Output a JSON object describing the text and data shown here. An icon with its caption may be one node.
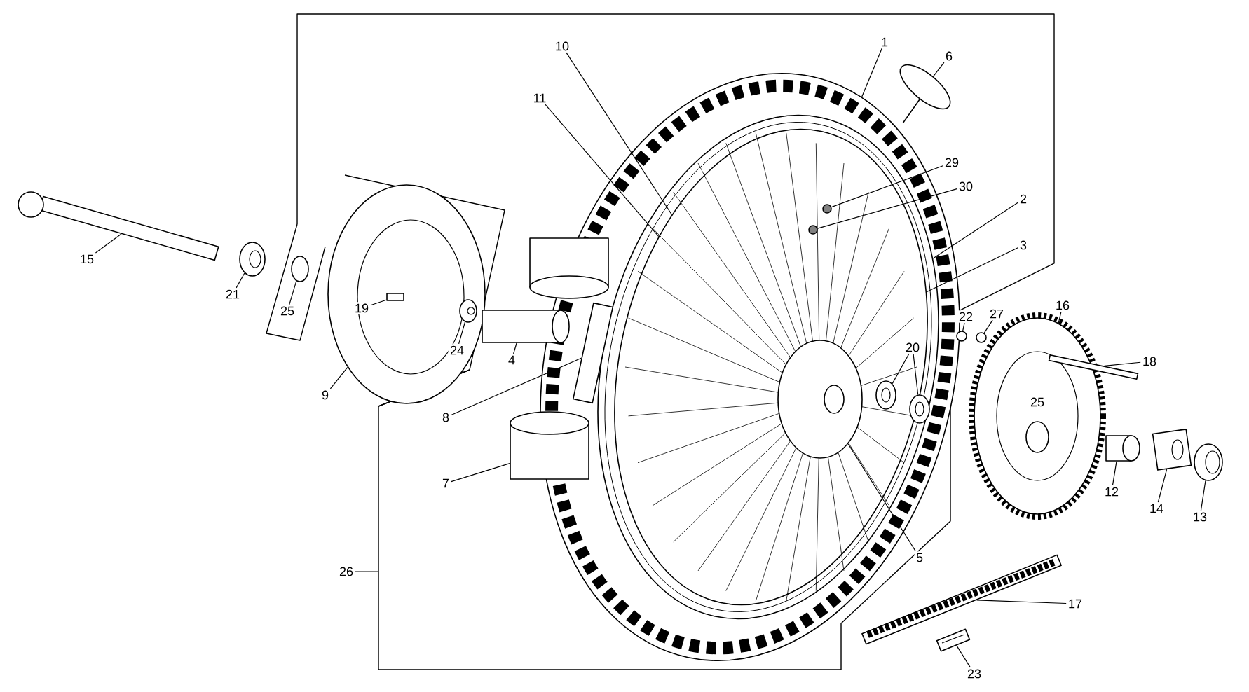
{
  "diagram": {
    "nodes": [
      {
        "text": [
          "10"
        ]
      },
      {
        "text": [
          "1"
        ]
      },
      {
        "text": [
          "6"
        ]
      },
      {
        "text": [
          "11"
        ]
      },
      {
        "text": [
          "29"
        ]
      },
      {
        "text": [
          "30"
        ]
      },
      {
        "text": [
          "2"
        ]
      },
      {
        "text": [
          "3"
        ]
      },
      {
        "text": [
          "15"
        ]
      },
      {
        "text": [
          "21"
        ]
      },
      {
        "text": [
          "25"
        ]
      },
      {
        "text": [
          "19"
        ],
        "in": 38
      },
      {
        "text": [
          "22"
        ]
      },
      {
        "text": [
          "27"
        ]
      },
      {
        "text": [
          "16"
        ]
      },
      {
        "text": [
          "24"
        ],
        "in": 38
      },
      {
        "text": [
          "18"
        ]
      },
      {
        "text": [
          "4"
        ]
      },
      {
        "text": [
          "20"
        ],
        "in": 55
      },
      {
        "text": [
          "9"
        ]
      },
      {
        "text": [
          "8"
        ]
      },
      {
        "text": [
          "7"
        ]
      },
      {
        "text": [
          "12"
        ]
      },
      {
        "text": [
          "14"
        ]
      },
      {
        "text": [
          "13"
        ]
      },
      {
        "text": [
          "5"
        ]
      },
      {
        "text": [
          "26"
        ]
      },
      {
        "text": [
          "17"
        ]
      },
      {
        "text": [
          "23"
        ]
      },
      {
        "text": [],
        "shape": "picture"
      },
      {
        "text": [],
        "shape": "picture",
        "in": 29
      },
      {
        "text": [],
        "shape": "picture",
        "in": 55
      },
      {
        "text": [],
        "shape": "circle",
        "in": 55
      },
      {
        "text": [],
        "shape": "circle",
        "in": 55
      },
      {
        "text": [],
        "shape": "picture"
      },
      {
        "text": [],
        "shape": "picture"
      },
      {
        "text": [],
        "shape": "picture"
      },
      {
        "text": [],
        "shape": "circle"
      },
      {
        "text": [],
        "shape": "picture"
      },
      {
        "text": [],
        "shape": "box",
        "in": 38
      },
      {
        "text": [],
        "shape": "picture",
        "in": 38
      },
      {
        "text": [],
        "shape": "cylinder"
      },
      {
        "text": [],
        "shape": "box",
        "in": 29
      },
      {
        "text": [],
        "shape": "cylinder"
      },
      {
        "text": [],
        "shape": "picture",
        "in": 55
      },
      {
        "text": [],
        "shape": "picture",
        "in": 30
      },
      {
        "text": [],
        "shape": "circle"
      },
      {
        "text": [],
        "shape": "circle"
      },
      {
        "text": [],
        "shape": "picture"
      },
      {
        "text": [],
        "shape": "box"
      },
      {
        "text": [],
        "shape": "cylinder"
      },
      {
        "text": [],
        "shape": "picture"
      },
      {
        "text": [],
        "shape": "picture"
      },
      {
        "text": [],
        "shape": "picture"
      },
      {
        "text": [],
        "shape": "picture"
      },
      {
        "text": [],
        "shape": "picture",
        "in": 30
      }
    ],
    "edges": [
      {
        "from": 0,
        "to": 55,
        "arrow": "none"
      },
      {
        "from": 1,
        "to": 29,
        "arrow": "none"
      },
      {
        "from": 2,
        "to": 34,
        "arrow": "none"
      },
      {
        "from": 3,
        "to": 55,
        "arrow": "none"
      },
      {
        "from": 4,
        "to": 32,
        "arrow": "none"
      },
      {
        "from": 5,
        "to": 33,
        "arrow": "none"
      },
      {
        "from": 6,
        "to": 30,
        "arrow": "none"
      },
      {
        "from": 7,
        "to": 55,
        "arrow": "none"
      },
      {
        "from": 8,
        "to": 35,
        "arrow": "none"
      },
      {
        "from": 9,
        "to": 36,
        "arrow": "none"
      },
      {
        "from": 10,
        "to": 37,
        "arrow": "none"
      },
      {
        "from": 11,
        "to": 39,
        "arrow": "none"
      },
      {
        "from": 12,
        "to": 46,
        "arrow": "none"
      },
      {
        "from": 13,
        "to": 47,
        "arrow": "none"
      },
      {
        "from": 14,
        "to": 48,
        "arrow": "none"
      },
      {
        "from": 15,
        "to": 40,
        "arrow": "none"
      },
      {
        "from": 16,
        "to": 49,
        "arrow": "none"
      },
      {
        "from": 17,
        "to": 41,
        "arrow": "none"
      },
      {
        "from": 18,
        "to": 44,
        "arrow": "none"
      },
      {
        "from": 19,
        "to": 38,
        "arrow": "none"
      },
      {
        "from": 20,
        "to": 42,
        "arrow": "none"
      },
      {
        "from": 21,
        "to": 43,
        "arrow": "none"
      },
      {
        "from": 22,
        "to": 50,
        "arrow": "none"
      },
      {
        "from": 23,
        "to": 51,
        "arrow": "none"
      },
      {
        "from": 24,
        "to": 52,
        "arrow": "none"
      },
      {
        "from": 25,
        "to": 31,
        "arrow": "none"
      },
      {
        "from": 26,
        "to": null,
        "arrow": "none"
      },
      {
        "from": 27,
        "to": 53,
        "arrow": "none"
      },
      {
        "from": 28,
        "to": 54,
        "arrow": "none"
      },
      {
        "from": 18,
        "to": 45,
        "arrow": "none"
      }
    ],
    "labels": [
      "25"
    ]
  }
}
